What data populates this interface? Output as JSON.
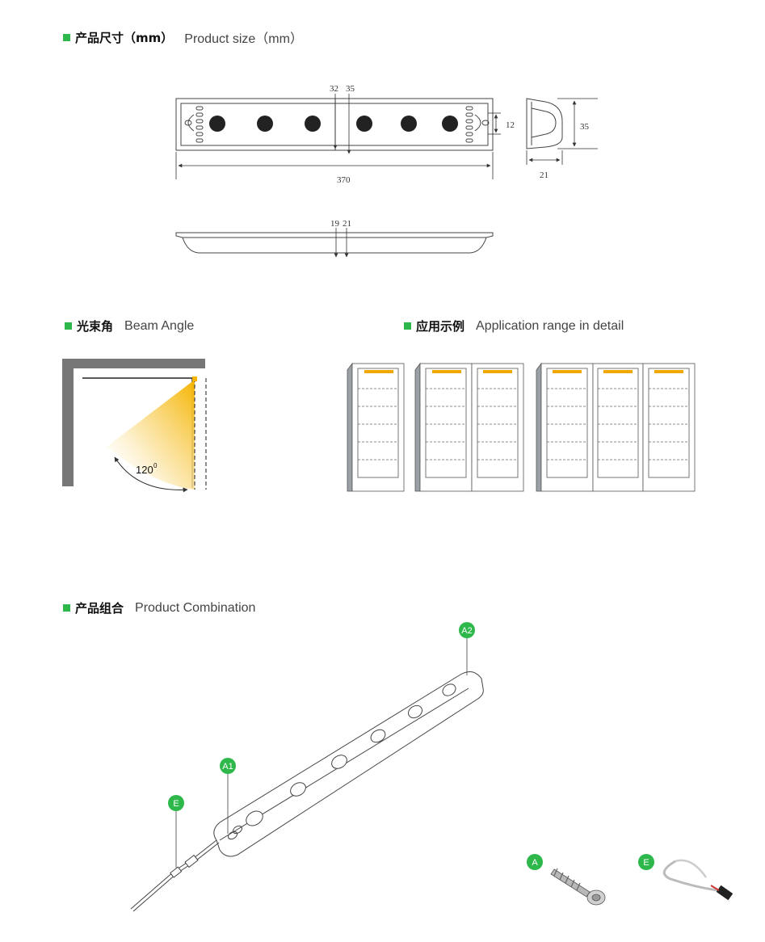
{
  "sections": {
    "size": {
      "cn": "产品尺寸（mm）",
      "en": "Product size（mm）"
    },
    "beam": {
      "cn": "光束角",
      "en": "Beam Angle"
    },
    "app": {
      "cn": "应用示例",
      "en": "Application range in detail"
    },
    "combo": {
      "cn": "产品组合",
      "en": "Product Combination"
    }
  },
  "dimensions": {
    "top_a": "32",
    "top_b": "35",
    "height_small": "12",
    "length": "370",
    "side_height": "35",
    "side_width": "21",
    "front_a": "19",
    "front_b": "21"
  },
  "beam_angle": {
    "value": "120",
    "unit": "0"
  },
  "badges": {
    "a2": "A2",
    "a1": "A1",
    "e_cable": "E",
    "a": "A",
    "e": "E"
  },
  "colors": {
    "accent": "#2eb84b",
    "light": "#f0a800",
    "wall": "#777777"
  }
}
